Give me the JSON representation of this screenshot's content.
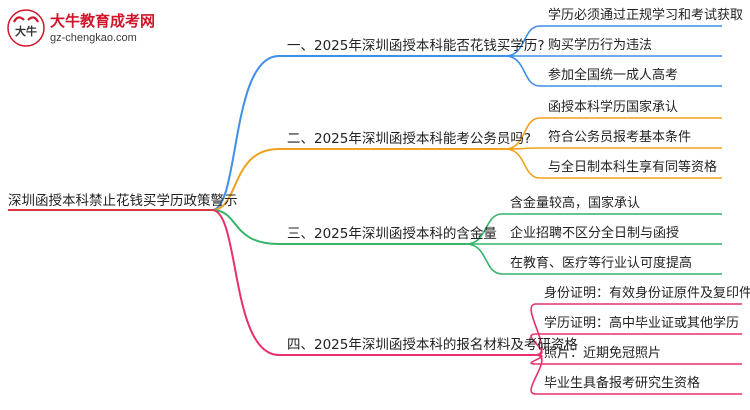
{
  "logo": {
    "title": "大牛教育成考网",
    "url": "gz-chengkao.com",
    "mark_text": "大牛"
  },
  "mindmap": {
    "root": "深圳函授本科禁止花钱买学历政策警示",
    "branches": [
      {
        "label": "一、2025年深圳函授本科能否花钱买学历?",
        "color": "#3f8ee8",
        "children": [
          "学历必须通过正规学习和考试获取",
          "购买学历行为违法",
          "参加全国统一成人高考"
        ]
      },
      {
        "label": "二、2025年深圳函授本科能考公务员吗?",
        "color": "#f0a21f",
        "children": [
          "函授本科学历国家承认",
          "符合公务员报考基本条件",
          "与全日制本科生享有同等资格"
        ]
      },
      {
        "label": "三、2025年深圳函授本科的含金量",
        "color": "#35b46a",
        "children": [
          "含金量较高，国家承认",
          "企业招聘不区分全日制与函授",
          "在教育、医疗等行业认可度提高"
        ]
      },
      {
        "label": "四、2025年深圳函授本科的报名材料及考研资格",
        "color": "#e8306b",
        "children": [
          "身份证明：有效身份证原件及复印件",
          "学历证明：高中毕业证或其他学历",
          "照片：近期免冠照片",
          "毕业生具备报考研究生资格"
        ]
      }
    ]
  }
}
